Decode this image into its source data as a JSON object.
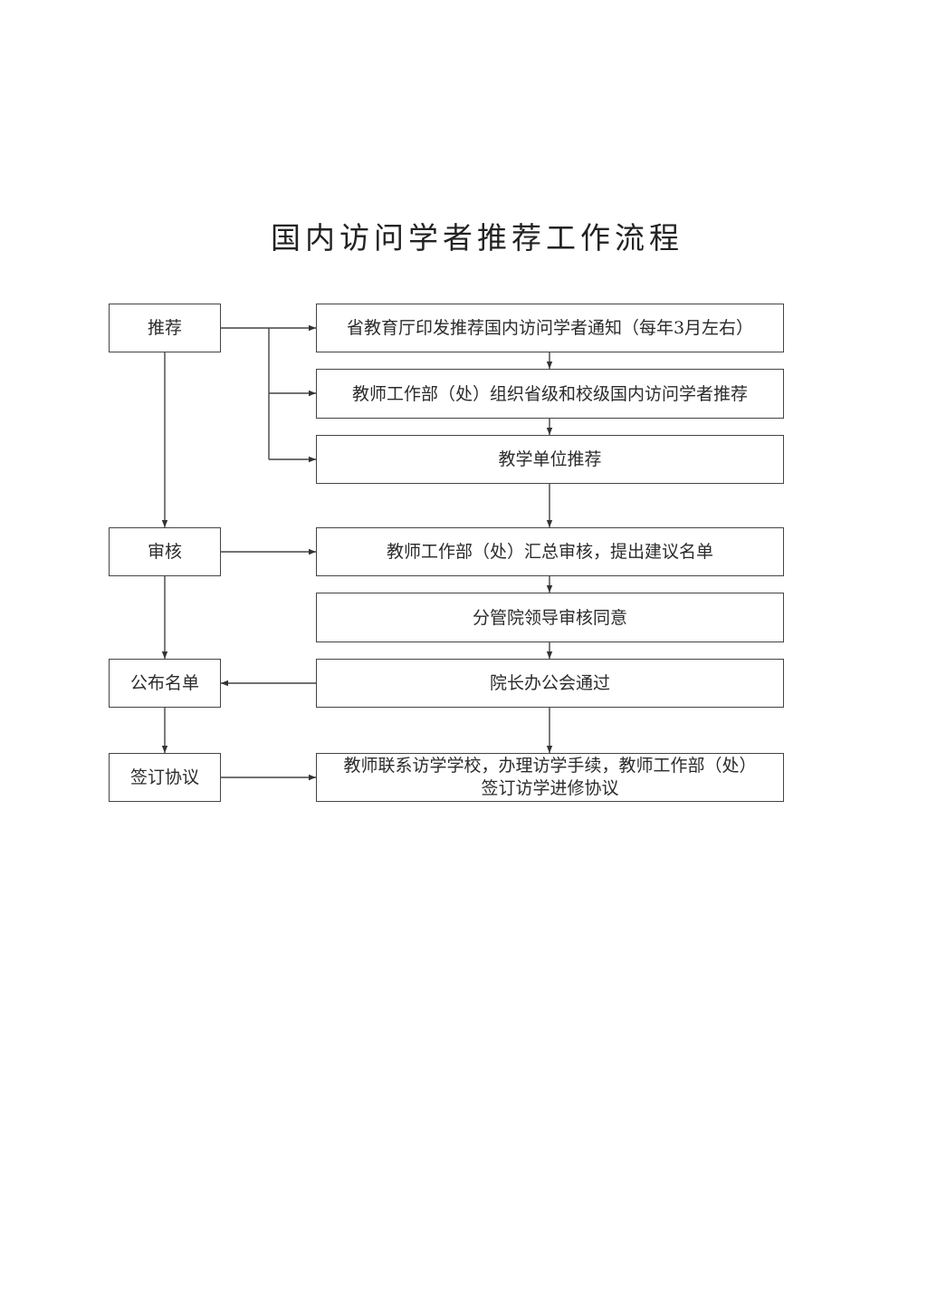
{
  "title": "国内访问学者推荐工作流程",
  "stages": {
    "recommend": "推荐",
    "review": "审核",
    "publish": "公布名单",
    "sign": "签订协议"
  },
  "steps": {
    "notice": "省教育厅印发推荐国内访问学者通知（每年3月左右）",
    "organize": "教师工作部（处）组织省级和校级国内访问学者推荐",
    "unit_recommend": "教学单位推荐",
    "summary_review": "教师工作部（处）汇总审核，提出建议名单",
    "leader_approve": "分管院领导审核同意",
    "office_meeting": "院长办公会通过",
    "contact_line1": "教师联系访学学校，办理访学手续，教师工作部（处）",
    "contact_line2": "签订访学进修协议"
  }
}
